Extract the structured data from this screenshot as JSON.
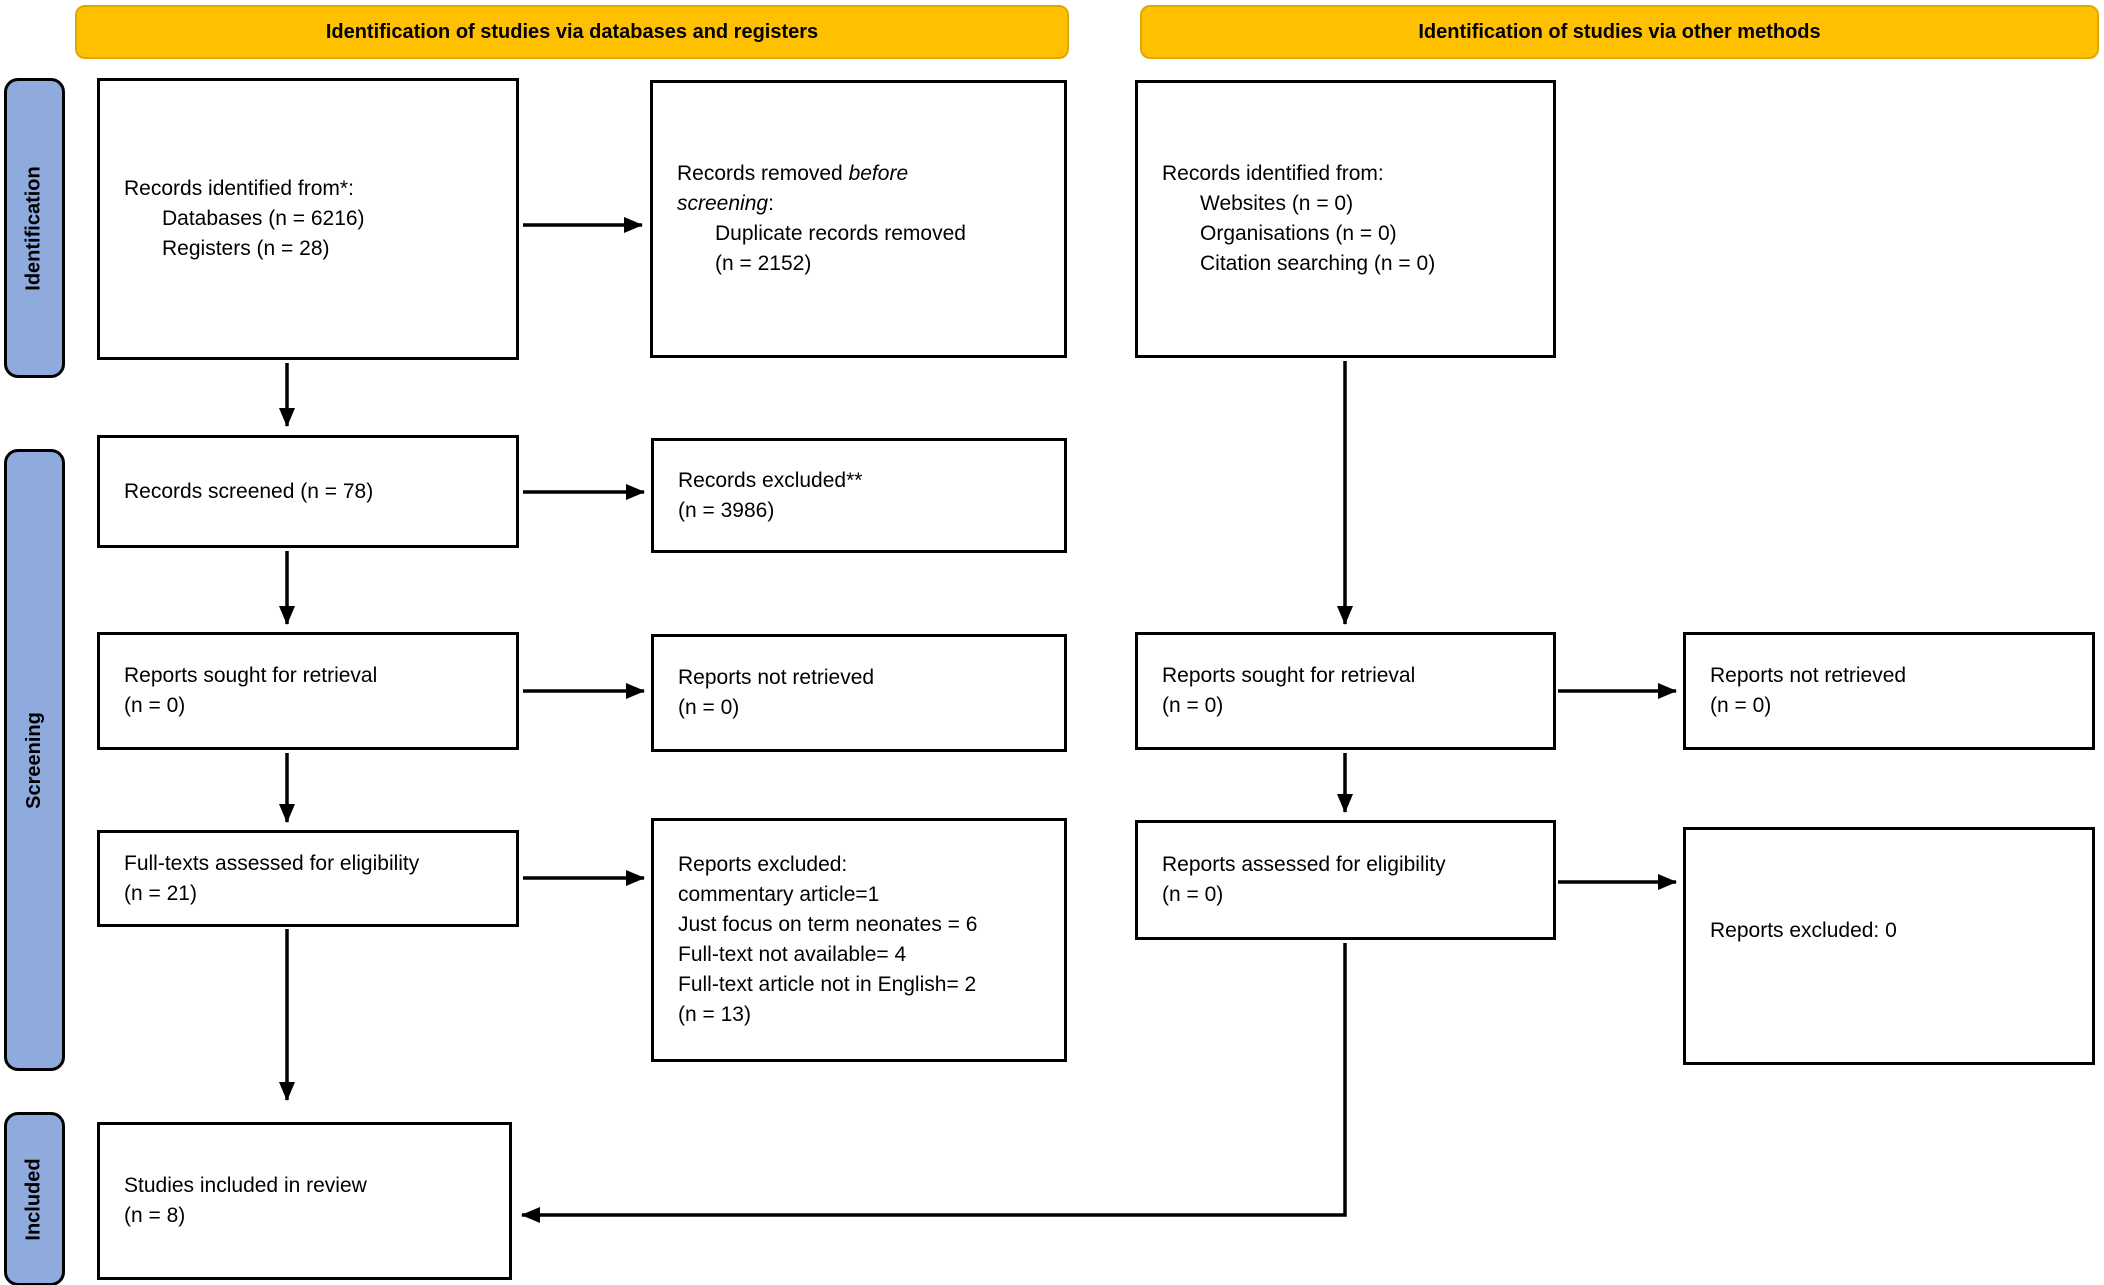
{
  "banners": {
    "databases": "Identification of studies via databases and registers",
    "other": "Identification of studies via other methods"
  },
  "sidebar": {
    "identification": "Identification",
    "screening": "Screening",
    "included": "Included"
  },
  "boxes": {
    "records_identified_db": {
      "line1": "Records identified from*:",
      "line2": "Databases (n = 6216)",
      "line3": "Registers (n = 28)"
    },
    "records_removed": {
      "l1_normal": "Records removed ",
      "l1_italic": "before",
      "l2_italic": "screening",
      "l2_normal": ":",
      "line3": "Duplicate records removed",
      "line4": "(n = 2152)"
    },
    "records_identified_other": {
      "line1": "Records identified from:",
      "line2": "Websites (n = 0)",
      "line3": "Organisations (n = 0)",
      "line4": "Citation searching (n = 0)"
    },
    "records_screened": {
      "line1": "Records screened (n = 78)"
    },
    "records_excluded": {
      "line1": "Records excluded**",
      "line2": "(n = 3986)"
    },
    "reports_sought_db": {
      "line1": "Reports sought for retrieval",
      "line2": "(n = 0)"
    },
    "reports_not_retrieved_db": {
      "line1": "Reports not retrieved",
      "line2": "(n = 0)"
    },
    "reports_sought_other": {
      "line1": "Reports sought for retrieval",
      "line2": "(n = 0)"
    },
    "reports_not_retrieved_other": {
      "line1": "Reports not retrieved",
      "line2": "(n = 0)"
    },
    "fulltexts_assessed": {
      "line1": "Full-texts assessed for eligibility",
      "line2": "(n = 21)"
    },
    "reports_excluded_reasons": {
      "line1": "Reports excluded:",
      "line2": "commentary article=1",
      "line3": "Just focus on term neonates = 6",
      "line4": "Full-text not available= 4",
      "line5": "Full-text article not in English= 2",
      "line6": "(n = 13)"
    },
    "reports_assessed_other": {
      "line1": "Reports assessed for eligibility",
      "line2": "(n = 0)"
    },
    "reports_excluded_other": {
      "line1": "Reports excluded: 0"
    },
    "studies_included": {
      "line1": "Studies included in review",
      "line2": "(n = 8)"
    }
  },
  "colors": {
    "banner_fill": "#FFC000",
    "banner_border": "#DFA700",
    "sidebar_fill": "#8FAADC",
    "box_border": "#000000"
  }
}
